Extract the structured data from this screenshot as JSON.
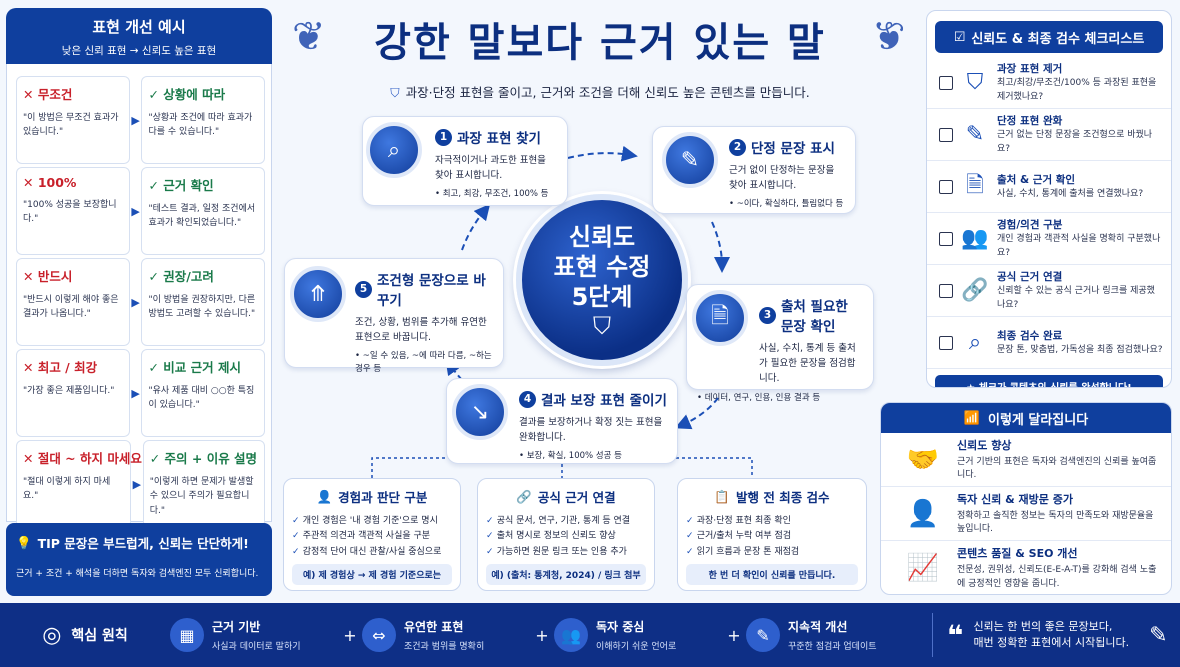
{
  "title": "강한 말보다 근거 있는 말",
  "subtitle": "과장·단정 표현을 줄이고, 근거와 조건을 더해 신뢰도 높은 콘텐츠를 만듭니다.",
  "left": {
    "title": "표현 개선 예시",
    "subtitle": "낮은 신뢰 표현 → 신뢰도 높은 표현",
    "rows": [
      {
        "bad_title": "✕ 무조건",
        "bad_desc": "\"이 방법은 무조건 효과가 있습니다.\"",
        "good_title": "✓ 상황에 따라",
        "good_desc": "\"상황과 조건에 따라 효과가 다를 수 있습니다.\""
      },
      {
        "bad_title": "✕ 100%",
        "bad_desc": "\"100% 성공을 보장합니다.\"",
        "good_title": "✓ 근거 확인",
        "good_desc": "\"테스트 결과, 일정 조건에서 효과가 확인되었습니다.\""
      },
      {
        "bad_title": "✕ 반드시",
        "bad_desc": "\"반드시 이렇게 해야 좋은 결과가 나옵니다.\"",
        "good_title": "✓ 권장/고려",
        "good_desc": "\"이 방법을 권장하지만, 다른 방법도 고려할 수 있습니다.\""
      },
      {
        "bad_title": "✕ 최고 / 최강",
        "bad_desc": "\"가장 좋은 제품입니다.\"",
        "good_title": "✓ 비교 근거 제시",
        "good_desc": "\"유사 제품 대비 ○○한 특징이 있습니다.\""
      },
      {
        "bad_title": "✕ 절대 ~ 하지 마세요",
        "bad_desc": "\"절대 이렇게 하지 마세요.\"",
        "good_title": "✓ 주의 + 이유 설명",
        "good_desc": "\"이렇게 하면 문제가 발생할 수 있으니 주의가 필요합니다.\""
      }
    ],
    "tip_title": "TIP  문장은 부드럽게, 신뢰는 단단하게!",
    "tip_desc": "근거 + 조건 + 해석을 더하면 독자와 검색엔진 모두 신뢰합니다."
  },
  "center": {
    "title": "신뢰도 표현 수정 5단계",
    "line1": "신뢰도",
    "line2": "표현 수정",
    "line3": "5단계"
  },
  "steps": [
    {
      "num": "1",
      "title": "과장 표현 찾기",
      "desc": "자극적이거나 과도한 표현을 찾아 표시합니다.",
      "bullet": "• 최고, 최강, 무조건, 100% 등",
      "icon": "search-icon"
    },
    {
      "num": "2",
      "title": "단정 문장 표시",
      "desc": "근거 없이 단정하는 문장을 찾아 표시합니다.",
      "bullet": "• ~이다, 확실하다, 틀림없다 등",
      "icon": "pen-icon"
    },
    {
      "num": "3",
      "title": "출처 필요한 문장 확인",
      "desc": "사실, 수치, 통계 등 출처가 필요한 문장을 점검합니다.",
      "bullet": "• 데이터, 연구, 인용, 인용 결과 등",
      "icon": "document-search-icon"
    },
    {
      "num": "4",
      "title": "결과 보장 표현 줄이기",
      "desc": "결과를 보장하거나 확정 짓는 표현을 완화합니다.",
      "bullet": "• 보장, 확실, 100% 성공 등",
      "icon": "chart-down-icon"
    },
    {
      "num": "5",
      "title": "조건형 문장으로 바꾸기",
      "desc": "조건, 상황, 범위를 추가해 유연한 표현으로 바꿉니다.",
      "bullet": "• ~일 수 있음, ~에 따라 다름, ~하는 경우 등",
      "icon": "branch-icon"
    }
  ],
  "bottom_cards": [
    {
      "title": "경험과 판단 구분",
      "items": [
        "개인 경험은 '내 경험 기준'으로 명시",
        "주관적 의견과 객관적 사실을 구분",
        "감정적 단어 대신 관찰/사실 중심으로"
      ],
      "foot": "예) 제 경험상 → 제 경험 기준으로는"
    },
    {
      "title": "공식 근거 연결",
      "items": [
        "공식 문서, 연구, 기관, 통계 등 연결",
        "출처 명시로 정보의 신뢰도 향상",
        "가능하면 원문 링크 또는 인용 추가"
      ],
      "foot": "예) (출처: 통계청, 2024) / 링크 첨부"
    },
    {
      "title": "발행 전 최종 검수",
      "items": [
        "과장·단정 표현 최종 확인",
        "근거/출처 누락 여부 점검",
        "읽기 흐름과 문장 톤 재점검"
      ],
      "foot": "한 번 더 확인이 신뢰를 만듭니다."
    }
  ],
  "checklist": {
    "title": "신뢰도 & 최종 검수 체크리스트",
    "items": [
      {
        "title": "과장 표현 제거",
        "desc": "최고/최강/무조건/100% 등 과장된 표현을 제거했나요?",
        "icon": "shield-check-icon"
      },
      {
        "title": "단정 표현 완화",
        "desc": "근거 없는 단정 문장을 조건형으로 바꿨나요?",
        "icon": "pen-icon"
      },
      {
        "title": "출처 & 근거 확인",
        "desc": "사실, 수치, 통계에 출처를 연결했나요?",
        "icon": "document-icon"
      },
      {
        "title": "경험/의견 구분",
        "desc": "개인 경험과 객관적 사실을 명확히 구분했나요?",
        "icon": "people-icon"
      },
      {
        "title": "공식 근거 연결",
        "desc": "신뢰할 수 있는 공식 근거나 링크를 제공했나요?",
        "icon": "link-icon"
      },
      {
        "title": "최종 검수 완료",
        "desc": "문장 톤, 맞춤법, 가독성을 최종 점검했나요?",
        "icon": "search-icon"
      }
    ],
    "foot": "★ 체크가 콘텐츠의 신뢰를 완성합니다!"
  },
  "changes": {
    "title": "이렇게 달라집니다",
    "items": [
      {
        "title": "신뢰도 향상",
        "desc": "근거 기반의 표현은 독자와 검색엔진의 신뢰를 높여줍니다.",
        "icon": "handshake-icon"
      },
      {
        "title": "독자 신뢰 & 재방문 증가",
        "desc": "정확하고 솔직한 정보는 독자의 만족도와 재방문율을 높입니다.",
        "icon": "user-plus-icon"
      },
      {
        "title": "콘텐츠 품질 & SEO 개선",
        "desc": "전문성, 권위성, 신뢰도(E-E-A-T)를 강화해 검색 노출에 긍정적인 영향을 줍니다.",
        "icon": "growth-chart-icon"
      }
    ]
  },
  "band": {
    "label": "핵심 원칙",
    "principles": [
      {
        "title": "근거 기반",
        "desc": "사실과 데이터로 말하기",
        "icon": "bar-chart-icon"
      },
      {
        "title": "유연한 표현",
        "desc": "조건과 범위를 명확히",
        "icon": "arrows-icon"
      },
      {
        "title": "독자 중심",
        "desc": "이해하기 쉬운 언어로",
        "icon": "group-icon"
      },
      {
        "title": "지속적 개선",
        "desc": "꾸준한 점검과 업데이트",
        "icon": "edit-icon"
      }
    ],
    "quote_line1": "신뢰는 한 번의 좋은 문장보다,",
    "quote_line2": "매번 정확한 표현에서 시작됩니다."
  }
}
